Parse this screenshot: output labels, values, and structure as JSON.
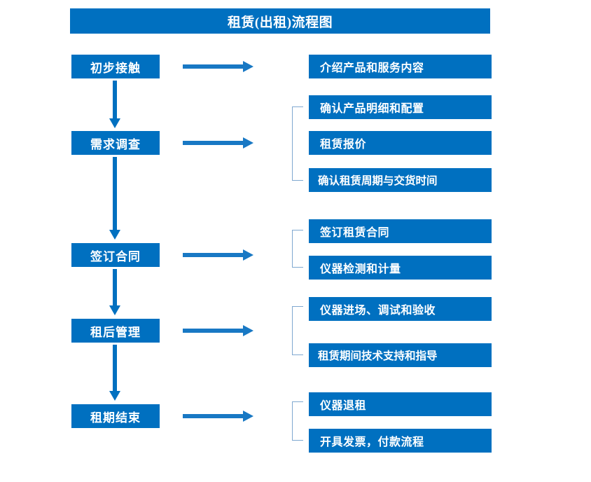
{
  "document": {
    "title": "租赁(出租)流程图",
    "type": "flowchart",
    "accent_color": "#0070c0",
    "bracket_color": "#7fa8d0",
    "text_color": "#ffffff",
    "background_color": "#ffffff"
  },
  "stages": [
    {
      "id": "stage-1",
      "label": "初步接触"
    },
    {
      "id": "stage-2",
      "label": "需求调查"
    },
    {
      "id": "stage-3",
      "label": "签订合同"
    },
    {
      "id": "stage-4",
      "label": "租后管理"
    },
    {
      "id": "stage-5",
      "label": "租期结束"
    }
  ],
  "details": [
    {
      "id": "detail-1",
      "label": "介绍产品和服务内容",
      "stage": "初步接触"
    },
    {
      "id": "detail-2",
      "label": "确认产品明细和配置",
      "stage": "需求调查"
    },
    {
      "id": "detail-3",
      "label": "租赁报价",
      "stage": "需求调查"
    },
    {
      "id": "detail-4",
      "label": "确认租赁周期与交货时间",
      "stage": "需求调查"
    },
    {
      "id": "detail-5",
      "label": "签订租赁合同",
      "stage": "签订合同"
    },
    {
      "id": "detail-6",
      "label": "仪器检测和计量",
      "stage": "签订合同"
    },
    {
      "id": "detail-7",
      "label": "仪器进场、调试和验收",
      "stage": "租后管理"
    },
    {
      "id": "detail-8",
      "label": "租赁期间技术支持和指导",
      "stage": "租后管理"
    },
    {
      "id": "detail-9",
      "label": "仪器退租",
      "stage": "租期结束"
    },
    {
      "id": "detail-10",
      "label": "开具发票，付款流程",
      "stage": "租期结束"
    }
  ],
  "connectors": {
    "right_arrows": 5,
    "down_arrows": 4,
    "brackets": 4
  }
}
